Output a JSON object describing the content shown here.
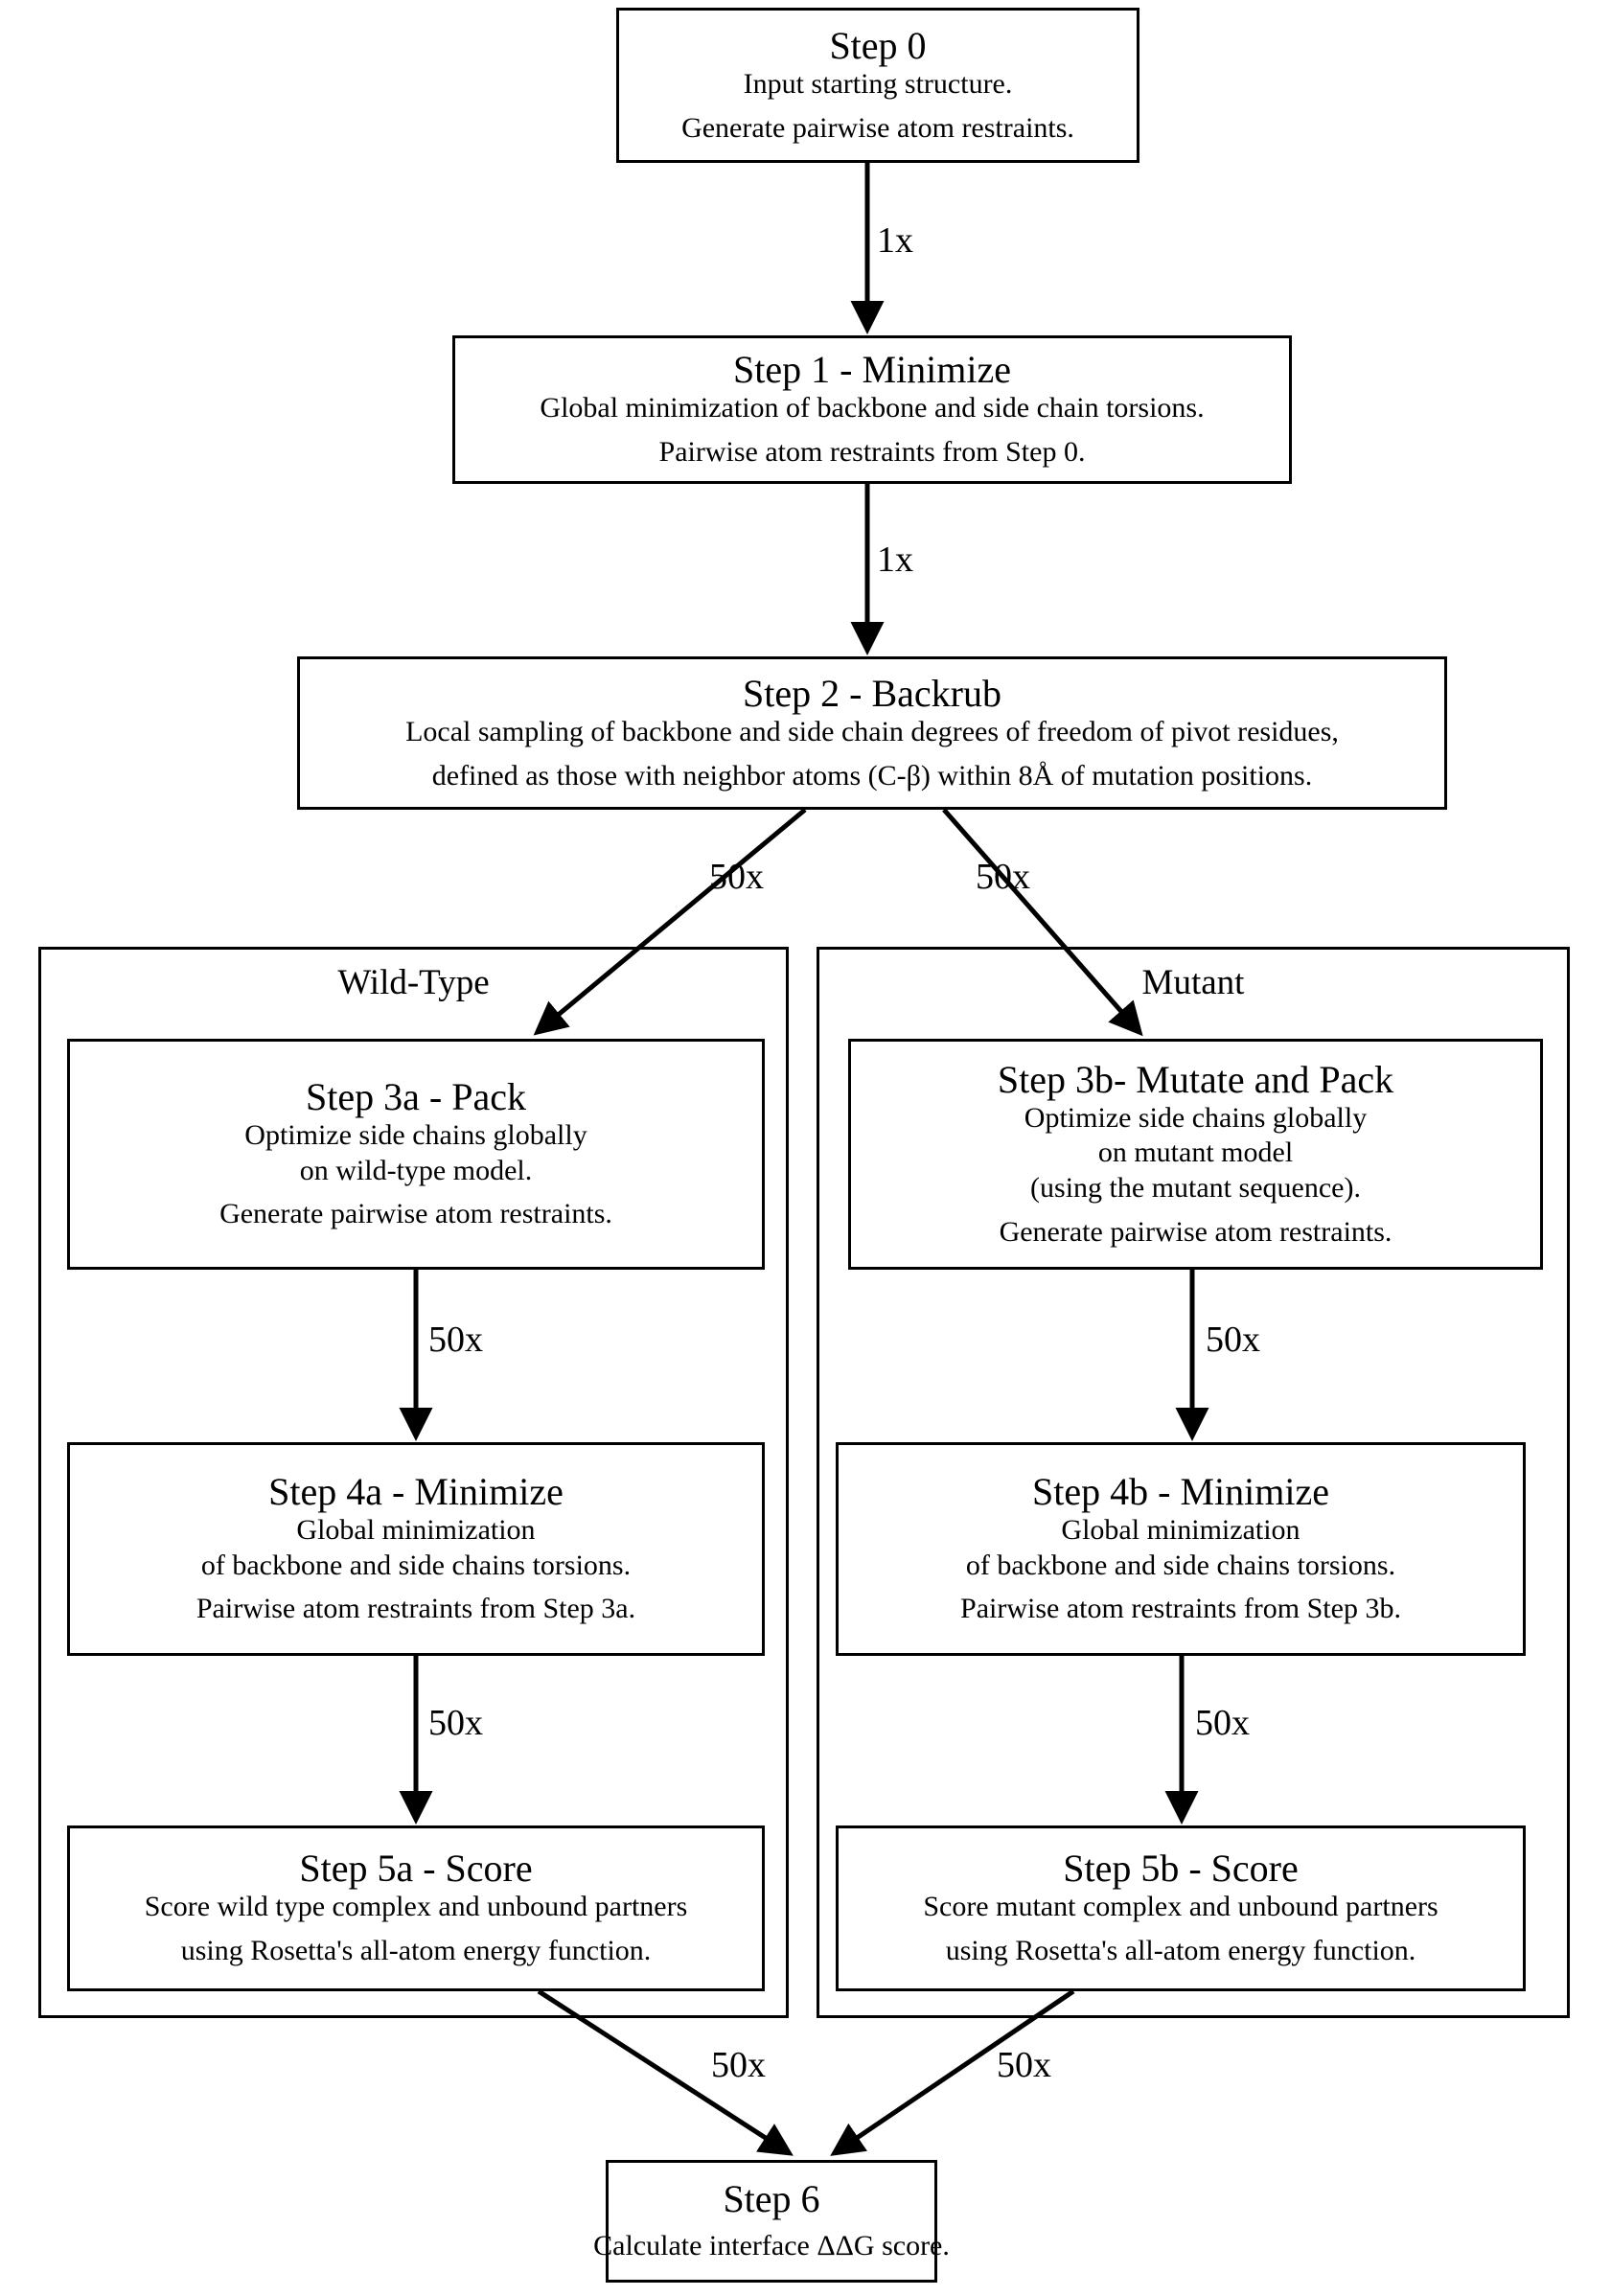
{
  "diagram": {
    "title": "Rosetta interface ddG flowchart",
    "line_color": "#000000",
    "background": "#ffffff"
  },
  "groups": [
    {
      "id": "wild-type",
      "label": "Wild-Type"
    },
    {
      "id": "mutant",
      "label": "Mutant"
    }
  ],
  "nodes": {
    "step0": {
      "title": "Step 0",
      "lines": [
        "Input starting structure.",
        "Generate pairwise atom restraints."
      ]
    },
    "step1": {
      "title": "Step 1 - Minimize",
      "lines": [
        "Global minimization of backbone and side chain torsions.",
        "Pairwise atom restraints from Step 0."
      ]
    },
    "step2": {
      "title": "Step 2 - Backrub",
      "lines": [
        "Local sampling of backbone and side chain degrees of freedom of pivot residues,",
        "defined as those with neighbor atoms (C-β) within 8Å of mutation positions."
      ]
    },
    "step3a": {
      "title": "Step 3a - Pack",
      "lines": [
        "Optimize side chains globally",
        "on wild-type model.",
        "Generate pairwise atom restraints."
      ]
    },
    "step3b": {
      "title": "Step 3b- Mutate and Pack",
      "lines": [
        "Optimize side chains globally",
        "on mutant model",
        "(using the mutant sequence).",
        "Generate pairwise atom restraints."
      ]
    },
    "step4a": {
      "title": "Step 4a - Minimize",
      "lines": [
        "Global minimization",
        "of backbone and side chains torsions.",
        "Pairwise atom restraints from Step 3a."
      ]
    },
    "step4b": {
      "title": "Step 4b - Minimize",
      "lines": [
        "Global minimization",
        "of backbone and side chains torsions.",
        "Pairwise atom restraints from Step 3b."
      ]
    },
    "step5a": {
      "title": "Step 5a - Score",
      "lines": [
        "Score wild type complex and unbound partners",
        "using Rosetta's all-atom energy function."
      ]
    },
    "step5b": {
      "title": "Step 5b - Score",
      "lines": [
        "Score mutant complex and unbound partners",
        "using Rosetta's all-atom energy function."
      ]
    },
    "step6": {
      "title": "Step 6",
      "lines": [
        "Calculate interface ΔΔG score."
      ]
    }
  },
  "edges": [
    {
      "id": "e0",
      "from": "step0",
      "to": "step1",
      "label": "1x"
    },
    {
      "id": "e1",
      "from": "step1",
      "to": "step2",
      "label": "1x"
    },
    {
      "id": "e2",
      "from": "step2",
      "to": "step3a",
      "label": "50x"
    },
    {
      "id": "e3",
      "from": "step2",
      "to": "step3b",
      "label": "50x"
    },
    {
      "id": "e4",
      "from": "step3a",
      "to": "step4a",
      "label": "50x"
    },
    {
      "id": "e5",
      "from": "step3b",
      "to": "step4b",
      "label": "50x"
    },
    {
      "id": "e6",
      "from": "step4a",
      "to": "step5a",
      "label": "50x"
    },
    {
      "id": "e7",
      "from": "step4b",
      "to": "step5b",
      "label": "50x"
    },
    {
      "id": "e8",
      "from": "step5a",
      "to": "step6",
      "label": "50x"
    },
    {
      "id": "e9",
      "from": "step5b",
      "to": "step6",
      "label": "50x"
    }
  ]
}
